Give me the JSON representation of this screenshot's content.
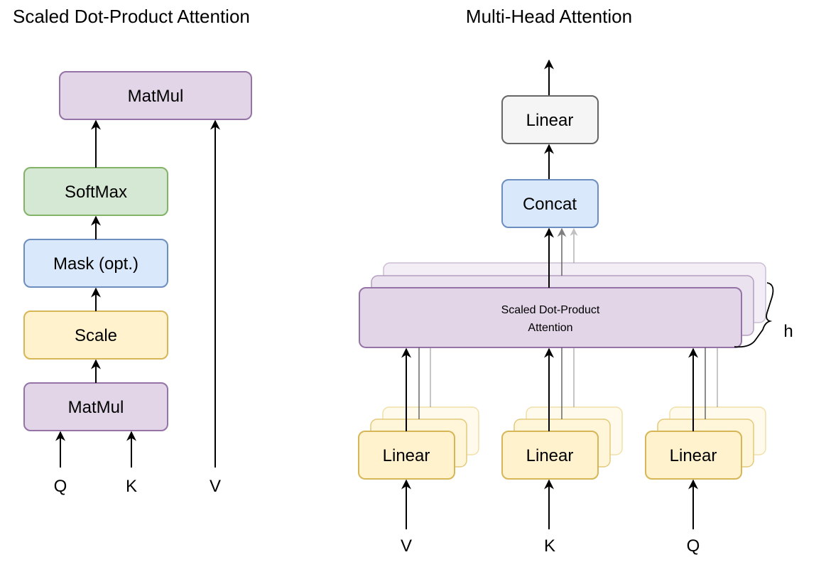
{
  "left": {
    "title": "Scaled Dot-Product Attention",
    "blocks": {
      "matmul_top": "MatMul",
      "softmax": "SoftMax",
      "mask": "Mask (opt.)",
      "scale": "Scale",
      "matmul_bottom": "MatMul"
    },
    "inputs": {
      "q": "Q",
      "k": "K",
      "v": "V"
    }
  },
  "right": {
    "title": "Multi-Head Attention",
    "blocks": {
      "linear_out": "Linear",
      "concat": "Concat",
      "sdpa_line1": "Scaled Dot-Product",
      "sdpa_line2": "Attention",
      "linear_v": "Linear",
      "linear_k": "Linear",
      "linear_q": "Linear"
    },
    "heads_label": "h",
    "inputs": {
      "v": "V",
      "k": "K",
      "q": "Q"
    }
  },
  "colors": {
    "purple_fill": "#e1d5e7",
    "purple_stroke": "#9673a6",
    "green_fill": "#d5e8d4",
    "green_stroke": "#82b366",
    "blue_fill": "#dae8fc",
    "blue_stroke": "#6c8ebf",
    "yellow_fill": "#fff2cc",
    "yellow_stroke": "#d6b656",
    "gray_fill": "#f5f5f5",
    "gray_stroke": "#666666"
  }
}
